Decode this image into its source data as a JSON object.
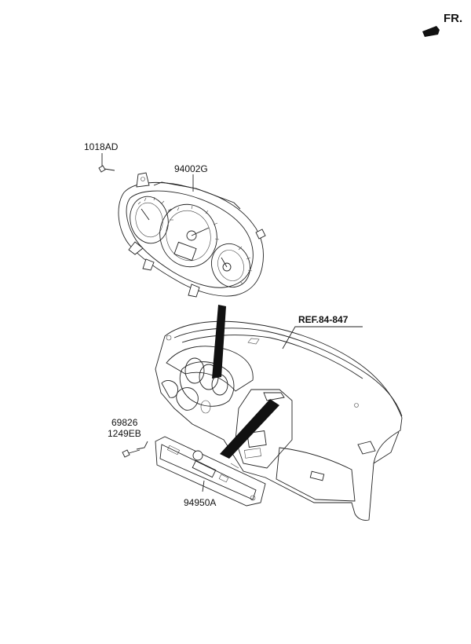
{
  "orientation": {
    "label": "FR."
  },
  "callouts": {
    "screw_top": "1018AD",
    "cluster": "94002G",
    "reference": "REF.84-847",
    "screw_bottom_a": "69826",
    "screw_bottom_b": "1249EB",
    "display_unit": "94950A"
  },
  "colors": {
    "line": "#222222",
    "background": "#ffffff",
    "leader_fill": "#111111"
  }
}
